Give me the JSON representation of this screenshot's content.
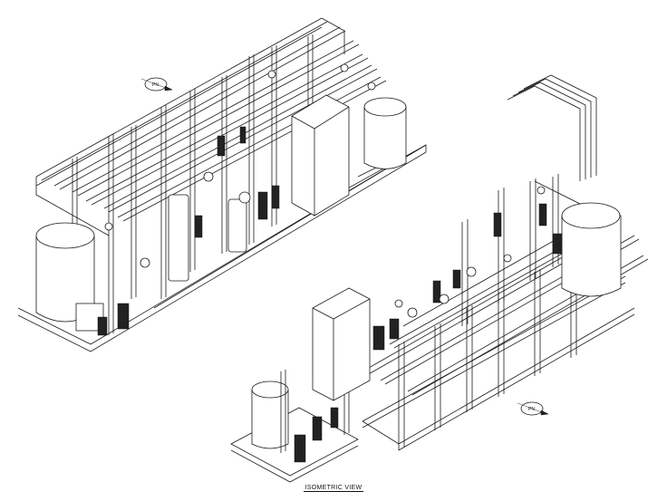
{
  "drawing": {
    "caption": "ISOMETRIC VIEW",
    "north_markers": [
      {
        "label": "PN"
      },
      {
        "label": "PN"
      }
    ]
  },
  "colors": {
    "line": "#1a1a1a",
    "background": "#ffffff"
  }
}
